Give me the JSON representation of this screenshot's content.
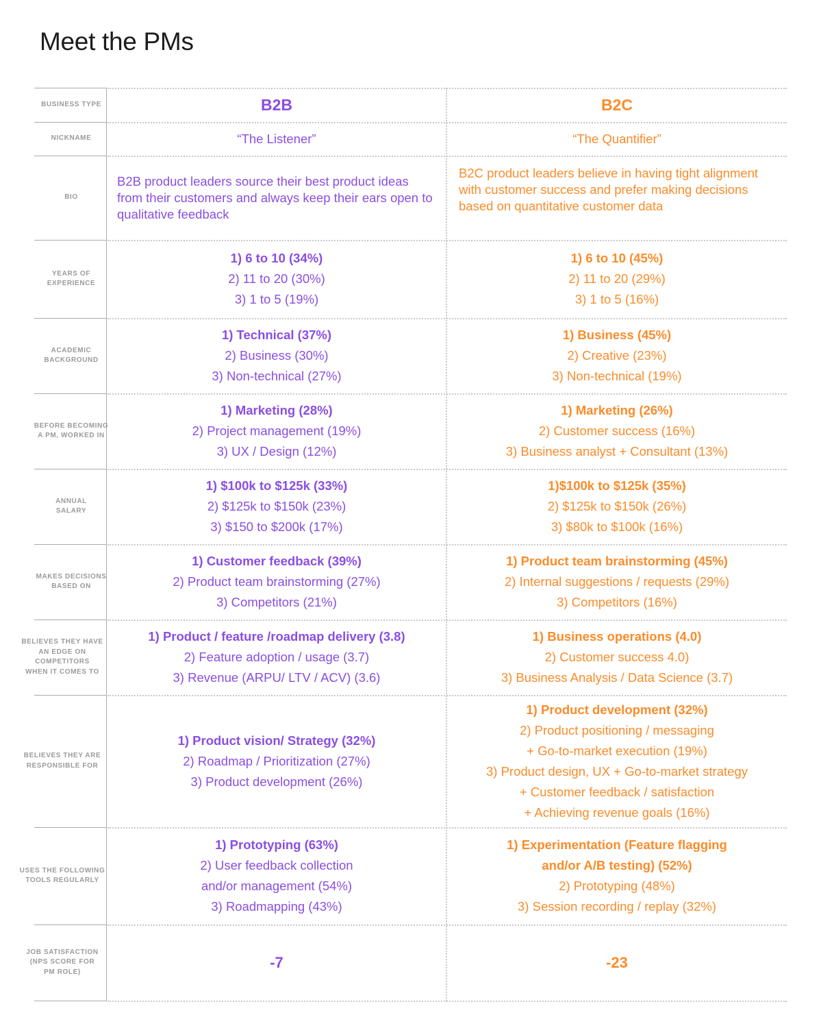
{
  "title": "Meet the PMs",
  "colors": {
    "b2b": "#8a4ee2",
    "b2c": "#fa8c2a",
    "label": "#9a9a9a"
  },
  "rows": [
    {
      "label": "BUSINESS TYPE",
      "b2b": [
        "B2B"
      ],
      "b2c": [
        "B2C"
      ]
    },
    {
      "label": "NICKNAME",
      "b2b": [
        "“The Listener”"
      ],
      "b2c": [
        "“The Quantifier”"
      ]
    },
    {
      "label": "BIO",
      "b2b": "B2B product leaders source their best product ideas from their customers and always keep their ears open to qualitative feedback",
      "b2c": "B2C product leaders believe in having tight alignment with customer success and prefer making decisions based on quantitative customer data"
    },
    {
      "label": "YEARS OF\nEXPERIENCE",
      "b2b": [
        "1) 6 to 10 (34%)",
        "2) 11 to 20 (30%)",
        "3) 1 to 5 (19%)"
      ],
      "b2c": [
        "1) 6 to 10 (45%)",
        "2) 11 to 20 (29%)",
        "3) 1 to 5 (16%)"
      ]
    },
    {
      "label": "ACADEMIC\nBACKGROUND",
      "b2b": [
        "1) Technical (37%)",
        "2) Business (30%)",
        "3) Non-technical (27%)"
      ],
      "b2c": [
        "1) Business (45%)",
        "2) Creative (23%)",
        "3) Non-technical (19%)"
      ]
    },
    {
      "label": "BEFORE BECOMING\nA PM, WORKED IN",
      "b2b": [
        "1) Marketing (28%)",
        "2) Project management (19%)",
        "3) UX / Design (12%)"
      ],
      "b2c": [
        "1) Marketing (26%)",
        "2) Customer success (16%)",
        "3) Business analyst + Consultant (13%)"
      ]
    },
    {
      "label": "ANNUAL\nSALARY",
      "b2b": [
        "1) $100k to $125k (33%)",
        "2) $125k to $150k (23%)",
        "3) $150 to $200k (17%)"
      ],
      "b2c": [
        "1)$100k to $125k (35%)",
        "2) $125k to $150k (26%)",
        "3) $80k to $100k (16%)"
      ]
    },
    {
      "label": "MAKES DECISIONS\nBASED ON",
      "b2b": [
        "1) Customer feedback (39%)",
        "2) Product team brainstorming (27%)",
        "3) Competitors (21%)"
      ],
      "b2c": [
        "1) Product team brainstorming (45%)",
        "2) Internal suggestions / requests (29%)",
        "3) Competitors (16%)"
      ]
    },
    {
      "label": "BELIEVES THEY HAVE\nAN EDGE ON\nCOMPETITORS\nWHEN IT COMES TO",
      "b2b": [
        "1) Product / feature /roadmap delivery (3.8)",
        "2) Feature adoption / usage (3.7)",
        "3) Revenue (ARPU/ LTV / ACV) (3.6)"
      ],
      "b2c": [
        "1) Business operations (4.0)",
        "2) Customer success 4.0)",
        "3) Business Analysis / Data Science (3.7)"
      ]
    },
    {
      "label": "BELIEVES THEY ARE\nRESPONSIBLE FOR",
      "b2b": [
        "1) Product vision/ Strategy (32%)",
        "2) Roadmap / Prioritization (27%)",
        "3) Product development (26%)"
      ],
      "b2c": [
        "1) Product development (32%)",
        "2) Product positioning / messaging",
        "+ Go-to-market execution (19%)",
        "3) Product design, UX + Go-to-market strategy",
        "+ Customer feedback / satisfaction",
        "+ Achieving revenue goals (16%)"
      ]
    },
    {
      "label": "USES THE FOLLOWING\nTOOLS REGULARLY",
      "b2b": [
        "1) Prototyping (63%)",
        "2) User feedback collection",
        "and/or management (54%)",
        "3) Roadmapping (43%)"
      ],
      "b2c": [
        "1) Experimentation (Feature flagging",
        "and/or A/B testing) (52%)",
        "2) Prototyping (48%)",
        "3) Session recording / replay (32%)"
      ]
    },
    {
      "label": "JOB SATISFACTION\n(NPS SCORE FOR\nPM ROLE)",
      "b2b": [
        "-7"
      ],
      "b2c": [
        "-23"
      ]
    }
  ]
}
